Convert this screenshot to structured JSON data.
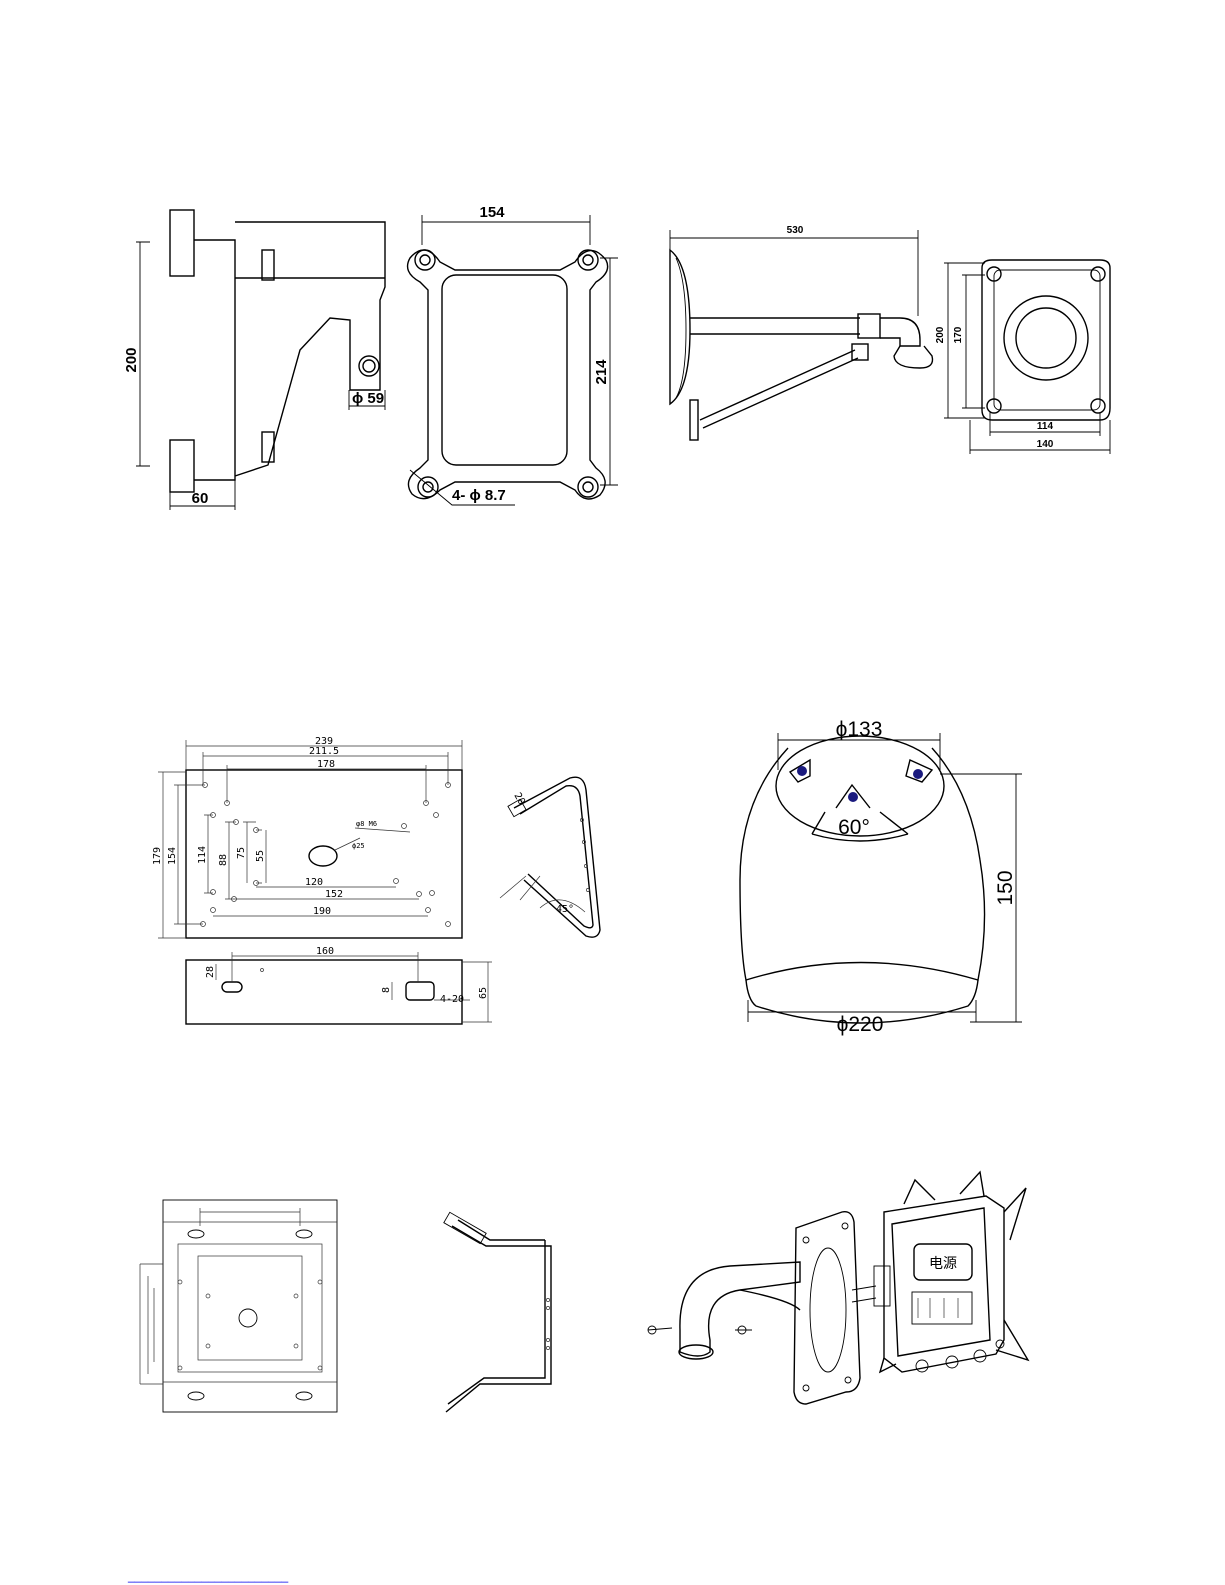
{
  "bracket1": {
    "height": "200",
    "depth": "60",
    "hole": "ϕ 59"
  },
  "plate1": {
    "width": "154",
    "height": "214",
    "holes": "4- ϕ 8.7"
  },
  "arm": {
    "length": "530"
  },
  "plate2": {
    "outer_h": "200",
    "inner_h": "170",
    "inner_w": "114",
    "outer_w": "140"
  },
  "plate3": {
    "w1": "239",
    "w2": "211.5",
    "w3": "178",
    "h1": "179",
    "h2": "154",
    "h3": "114",
    "v1": "88",
    "v2": "75",
    "v3": "55",
    "b1": "120",
    "b2": "152",
    "b3": "190",
    "side_w": "160",
    "side_h": "65",
    "side_a": "28",
    "side_b": "8",
    "side_c": "4-20",
    "phi": "ϕ25",
    "note": "φ8 M6"
  },
  "angle_bracket": {
    "a": "20",
    "angle": "45°"
  },
  "dome": {
    "top_diameter": "ϕ133",
    "angle": "60°",
    "height": "150",
    "bottom_diameter": "ϕ220"
  },
  "junction_box": {
    "power_label": "电源"
  },
  "footer": {
    "link_text": "________________________"
  }
}
